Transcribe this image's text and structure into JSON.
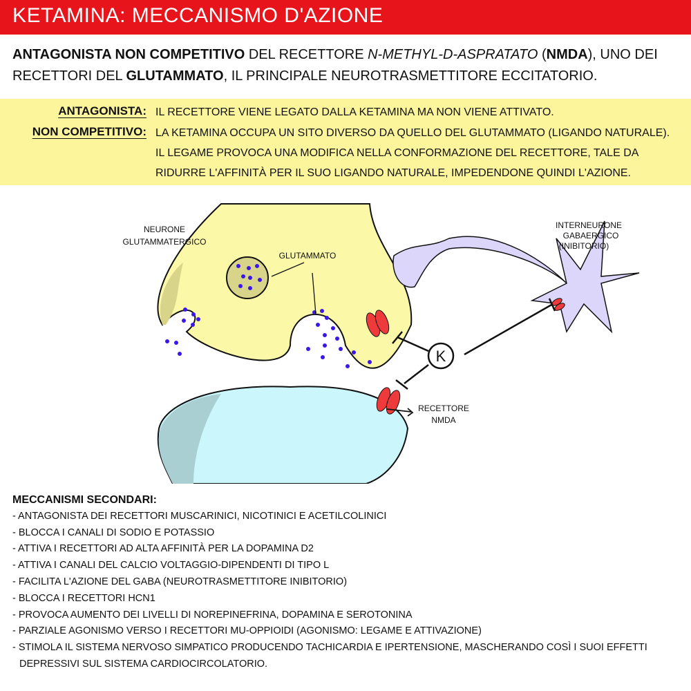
{
  "title": "Ketamina: meccanismo d'azione",
  "intro": {
    "b1": "Antagonista non competitivo",
    "t1": " del recettore ",
    "i1": "N-methyl-D-aspratato",
    "t2": " (",
    "b2": "NMDA",
    "t3": "), uno dei recettori del ",
    "b3": "glutammato",
    "t4": ", il principale neurotrasmettitore eccitatorio."
  },
  "definitions": [
    {
      "term": "Antagonista:",
      "text": "Il recettore viene legato dalla ketamina ma non viene attivato."
    },
    {
      "term": "Non competitivo:",
      "text": "La ketamina occupa un sito diverso da quello del glutammato (ligando naturale). Il legame provoca una modifica nella conformazione del recettore, tale da ridurre l'affinità per il suo ligando naturale, impedendone quindi l'azione."
    }
  ],
  "diagram": {
    "neuron": "Neurone",
    "neuron2": "glutammatergico",
    "glutamate": "Glutammato",
    "inter1": "Interneurone",
    "inter2": "Gabaergico",
    "inter3": "(inibitorio)",
    "ketamine": "K",
    "receptor1": "Recettore",
    "receptor2": "NMDA"
  },
  "secondary": {
    "heading": "Meccanismi secondari:",
    "items": [
      "- Antagonista dei recettori muscarinici, nicotinici e acetilcolinici",
      "- Blocca i canali di sodio e potassio",
      "- Attiva i recettori ad alta affinità per la dopamina D2",
      "- Attiva i canali del calcio voltaggio-dipendenti di tipo L",
      "- Facilita l'azione del GABA (neurotrasmettitore inibitorio)",
      "- Blocca i recettori HCN1",
      "- Provoca aumento dei livelli di norepinefrina, dopamina e serotonina",
      "- Parziale agonismo verso i recettori mu-oppioidi (agonismo: legame e attivazione)",
      "- Stimola il sistema nervoso simpatico producendo tachicardia e ipertensione, mascherando così i suoi effetti depressivi sul sistema cardiocircolatorio."
    ]
  }
}
